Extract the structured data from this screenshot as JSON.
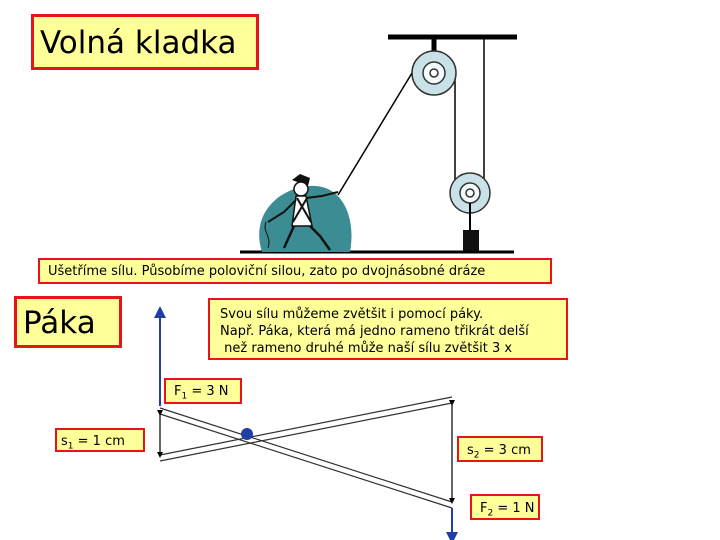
{
  "title": "Volná kladka",
  "caption": "Ušetříme sílu. Působíme poloviční silou, zato po dvojnásobné dráze",
  "lever_title": "Páka",
  "lever_description": [
    "Svou sílu můžeme zvětšit i pomocí páky.",
    "Např. Páka, která má jedno rameno třikrát delší",
    " než rameno druhé může naší sílu zvětšit 3 x"
  ],
  "labels": {
    "f1": {
      "sym": "F",
      "sub": "1",
      "rest": " = 3 N"
    },
    "s1": {
      "sym": "s",
      "sub": "1",
      "rest": " = 1 cm"
    },
    "s2": {
      "sym": "s",
      "sub": "2",
      "rest": " = 3 cm"
    },
    "f2": {
      "sym": "F",
      "sub": "2",
      "rest": " = 1 N"
    }
  },
  "colors": {
    "label_border": "#e8141a",
    "label_fill": "#ffff99",
    "pulley_fill": "#c8e2e8",
    "figure_bg": "#3c8c93",
    "force_arrow": "#1f3ea8",
    "pivot": "#1f3ea8"
  }
}
